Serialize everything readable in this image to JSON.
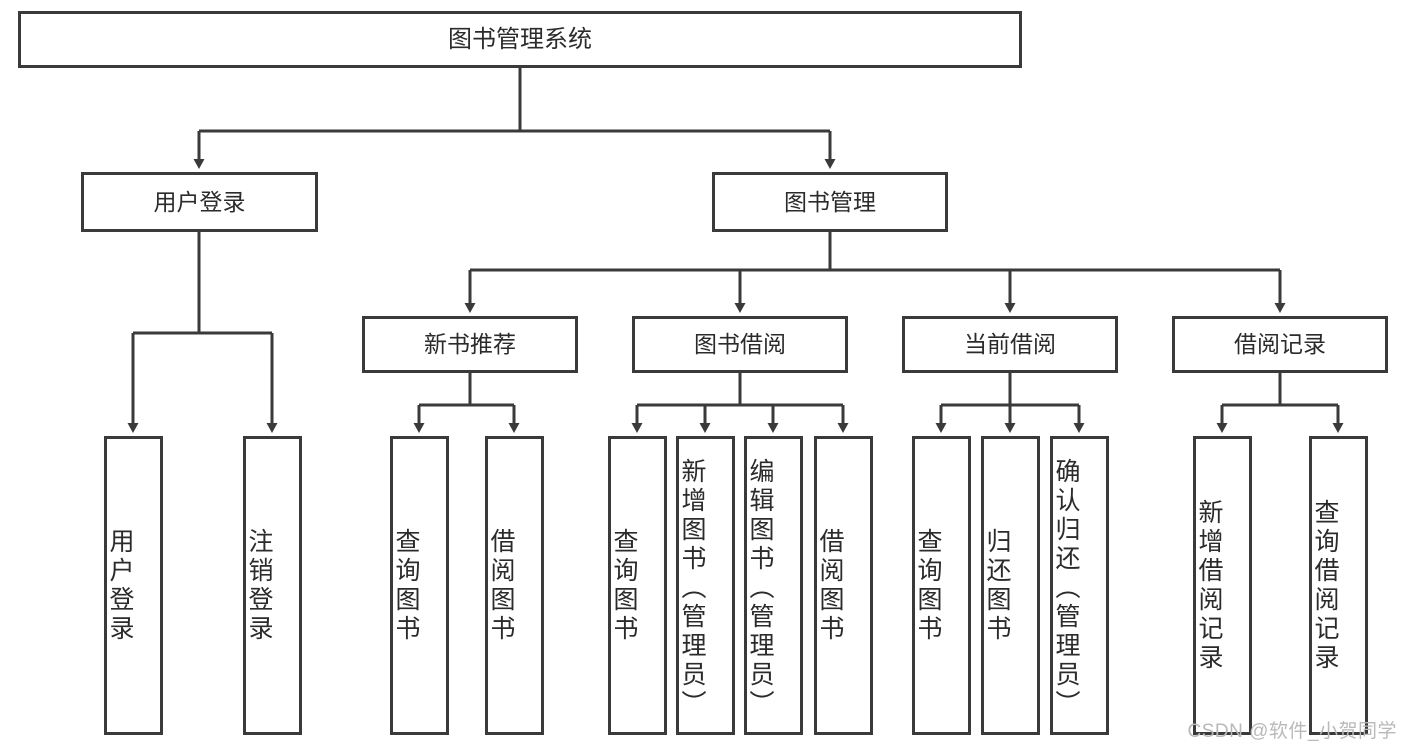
{
  "diagram": {
    "title": "图书管理系统",
    "type": "tree-hierarchy",
    "watermark": "CSDN @软件_小贺同学",
    "colors": {
      "stroke": "#3a3a3a",
      "fill": "#ffffff",
      "text": "#2b2b2b",
      "watermark": "#b9b9b9"
    },
    "nodes": {
      "root": "图书管理系统",
      "level1": [
        "用户登录",
        "图书管理"
      ],
      "level2": [
        "新书推荐",
        "图书借阅",
        "当前借阅",
        "借阅记录"
      ],
      "leaves_user_login": [
        "用户登录",
        "注销登录"
      ],
      "leaves_new_book": [
        "查询图书",
        "借阅图书"
      ],
      "leaves_borrow": [
        "查询图书",
        "新增图书（管理员）",
        "编辑图书（管理员）",
        "借阅图书"
      ],
      "leaves_current": [
        "查询图书",
        "归还图书",
        "确认归还（管理员）"
      ],
      "leaves_record": [
        "新增借阅记录",
        "查询借阅记录"
      ]
    }
  }
}
